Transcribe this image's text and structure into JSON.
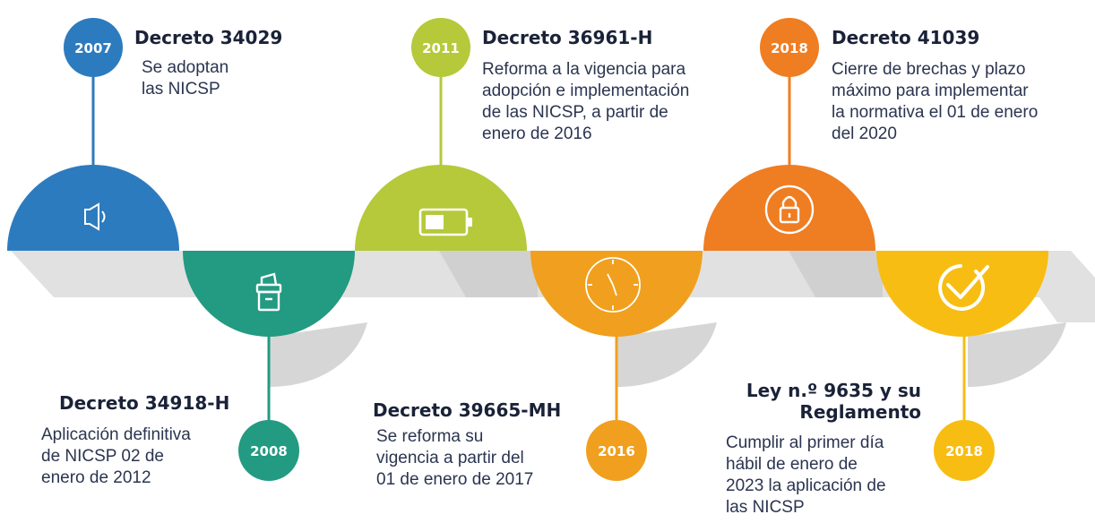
{
  "colors": {
    "blue": "#2d7bbf",
    "teal": "#239a82",
    "green": "#b5c93a",
    "orange": "#f0a01e",
    "dark_orange": "#ef7d22",
    "yellow": "#f7bd12",
    "shadow": "#dcdcdc",
    "text": "#1f2a44"
  },
  "milestones": [
    {
      "year": "2007",
      "title": "Decreto 34029",
      "description_lines": [
        "Se adoptan",
        "las NICSP"
      ],
      "icon": "speaker-icon",
      "color": "#2d7bbf"
    },
    {
      "year": "2008",
      "title": "Decreto 34918-H",
      "description_lines": [
        "Aplicación definitiva",
        "de NICSP 02 de",
        "enero de 2012"
      ],
      "icon": "archive-box-icon",
      "color": "#239a82"
    },
    {
      "year": "2011",
      "title": "Decreto 36961-H",
      "description_lines": [
        "Reforma a la vigencia para",
        "adopción e implementación",
        "de las NICSP, a partir de",
        "enero de 2016"
      ],
      "icon": "battery-icon",
      "color": "#b5c93a"
    },
    {
      "year": "2016",
      "title": "Decreto 39665-MH",
      "description_lines": [
        "Se reforma su",
        "vigencia a partir del",
        "01 de enero de 2017"
      ],
      "icon": "clock-icon",
      "color": "#f0a01e"
    },
    {
      "year": "2018",
      "title": "Decreto 41039",
      "description_lines": [
        "Cierre de brechas y plazo",
        "máximo para implementar",
        "la normativa el 01 de enero",
        "del 2020"
      ],
      "icon": "padlock-icon",
      "color": "#ef7d22"
    },
    {
      "year": "2018",
      "title_lines": [
        "Ley n.º 9635 y su",
        "Reglamento"
      ],
      "description_lines": [
        "Cumplir al primer día",
        "hábil de enero de",
        "2023 la aplicación de",
        "las NICSP"
      ],
      "icon": "check-circle-icon",
      "color": "#f7bd12"
    }
  ]
}
